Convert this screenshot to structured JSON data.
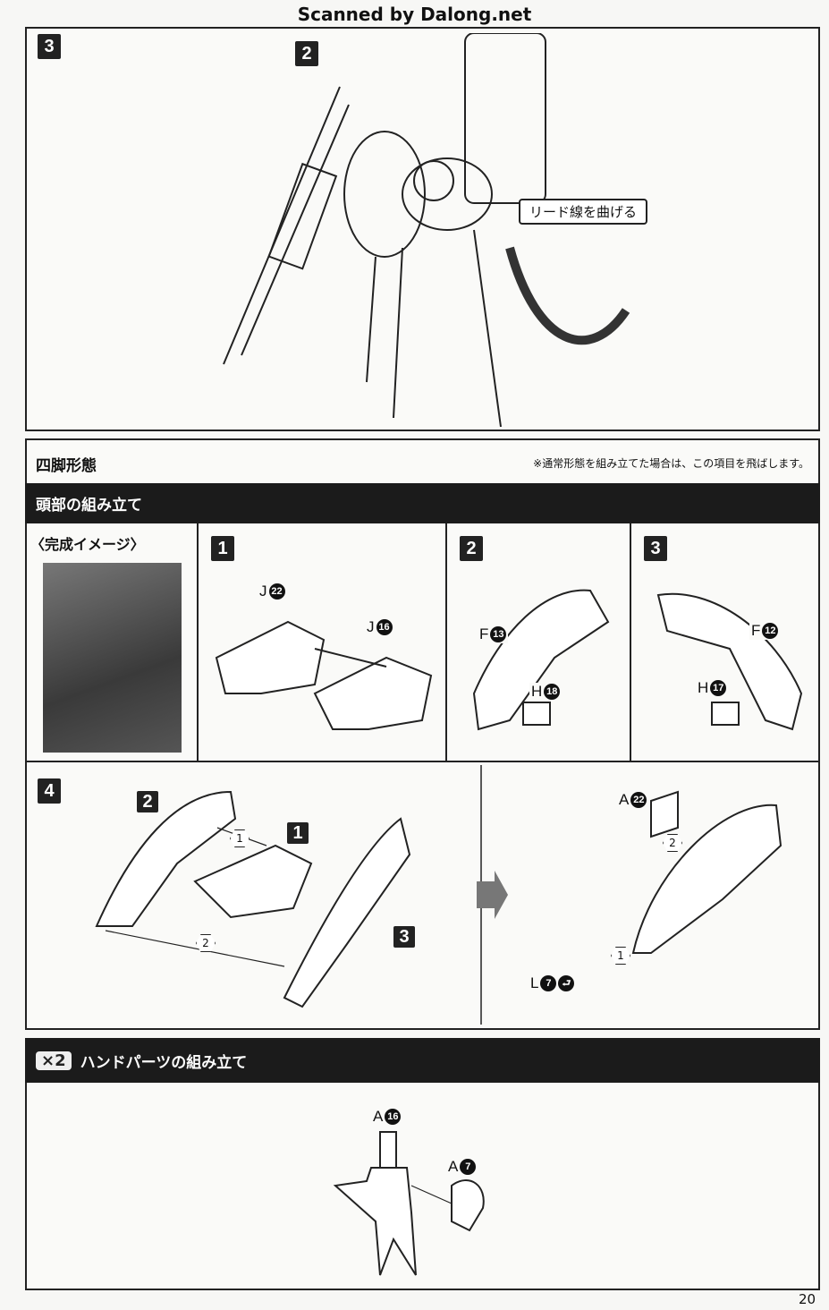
{
  "header": {
    "watermark": "Scanned by Dalong.net"
  },
  "step3_top": {
    "step": "3",
    "ref_step": "2",
    "callout": "リード線を曲げる"
  },
  "quad_section": {
    "title": "四脚形態",
    "note": "※通常形態を組み立てた場合は、この項目を飛ばします。",
    "head_bar": "頭部の組み立て",
    "image_label": "〈完成イメージ〉",
    "steps": [
      {
        "step": "1",
        "parts": [
          {
            "letter": "J",
            "num": "22"
          },
          {
            "letter": "J",
            "num": "16"
          }
        ]
      },
      {
        "step": "2",
        "parts": [
          {
            "letter": "F",
            "num": "13"
          },
          {
            "letter": "H",
            "num": "18"
          }
        ]
      },
      {
        "step": "3",
        "parts": [
          {
            "letter": "F",
            "num": "12"
          },
          {
            "letter": "H",
            "num": "17"
          }
        ]
      }
    ],
    "step4": {
      "step": "4",
      "sub": [
        "2",
        "1",
        "3"
      ],
      "order": [
        "1",
        "2",
        "2",
        "1"
      ],
      "parts": [
        {
          "letter": "A",
          "num": "22"
        },
        {
          "letter": "L",
          "num": "7"
        }
      ]
    }
  },
  "hand_section": {
    "multiplier": "×2",
    "title": "ハンドパーツの組み立て",
    "parts": [
      {
        "letter": "A",
        "num": "16"
      },
      {
        "letter": "A",
        "num": "7"
      }
    ]
  },
  "page_number": "20"
}
